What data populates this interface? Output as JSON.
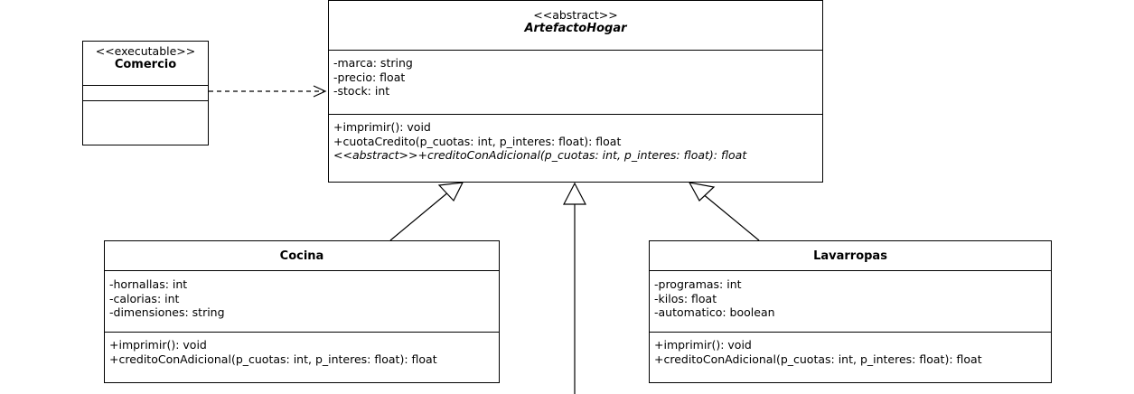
{
  "classes": {
    "comercio": {
      "stereotype": "<<executable>>",
      "name": "Comercio",
      "attributes": [],
      "operations": []
    },
    "artefacto": {
      "stereotype": "<<abstract>>",
      "name": "ArtefactoHogar",
      "attributes": [
        "-marca: string",
        "-precio: float",
        "-stock: int"
      ],
      "operations": [
        "+imprimir(): void",
        "+cuotaCredito(p_cuotas: int, p_interes: float): float",
        "<<abstract>>+creditoConAdicional(p_cuotas: int, p_interes: float): float"
      ]
    },
    "cocina": {
      "name": "Cocina",
      "attributes": [
        "-hornallas: int",
        "-calorias: int",
        "-dimensiones: string"
      ],
      "operations": [
        "+imprimir(): void",
        "+creditoConAdicional(p_cuotas: int, p_interes: float): float"
      ]
    },
    "lavarropas": {
      "name": "Lavarropas",
      "attributes": [
        "-programas: int",
        "-kilos: float",
        "-automatico: boolean"
      ],
      "operations": [
        "+imprimir(): void",
        "+creditoConAdicional(p_cuotas: int, p_interes: float): float"
      ]
    }
  },
  "relations": [
    {
      "type": "dependency",
      "from": "Comercio",
      "to": "ArtefactoHogar"
    },
    {
      "type": "generalization",
      "from": "Cocina",
      "to": "ArtefactoHogar"
    },
    {
      "type": "generalization",
      "from": "Lavarropas",
      "to": "ArtefactoHogar"
    },
    {
      "type": "generalization",
      "from": "",
      "to": "ArtefactoHogar"
    }
  ]
}
